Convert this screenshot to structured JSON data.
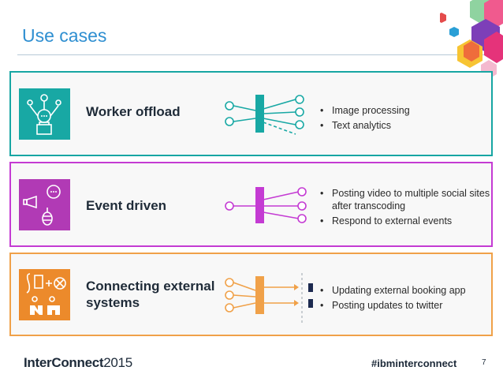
{
  "slide": {
    "title": "Use cases",
    "page_number": "7",
    "footer": {
      "logo_bold": "InterConnect",
      "logo_year": "2015",
      "hashtag": "#ibminterconnect"
    }
  },
  "panels": [
    {
      "label": "Worker offload",
      "color": "#17a6a3",
      "bullets": [
        "Image processing",
        "Text analytics"
      ]
    },
    {
      "label": "Event driven",
      "color": "#c43bd3",
      "bullets": [
        "Posting video to multiple social sites after transcoding",
        "Respond to external events"
      ]
    },
    {
      "label_line1": "Connecting external",
      "label_line2": "systems",
      "color": "#f0a149",
      "bullets": [
        "Updating external booking app",
        "Posting updates to twitter"
      ]
    }
  ]
}
